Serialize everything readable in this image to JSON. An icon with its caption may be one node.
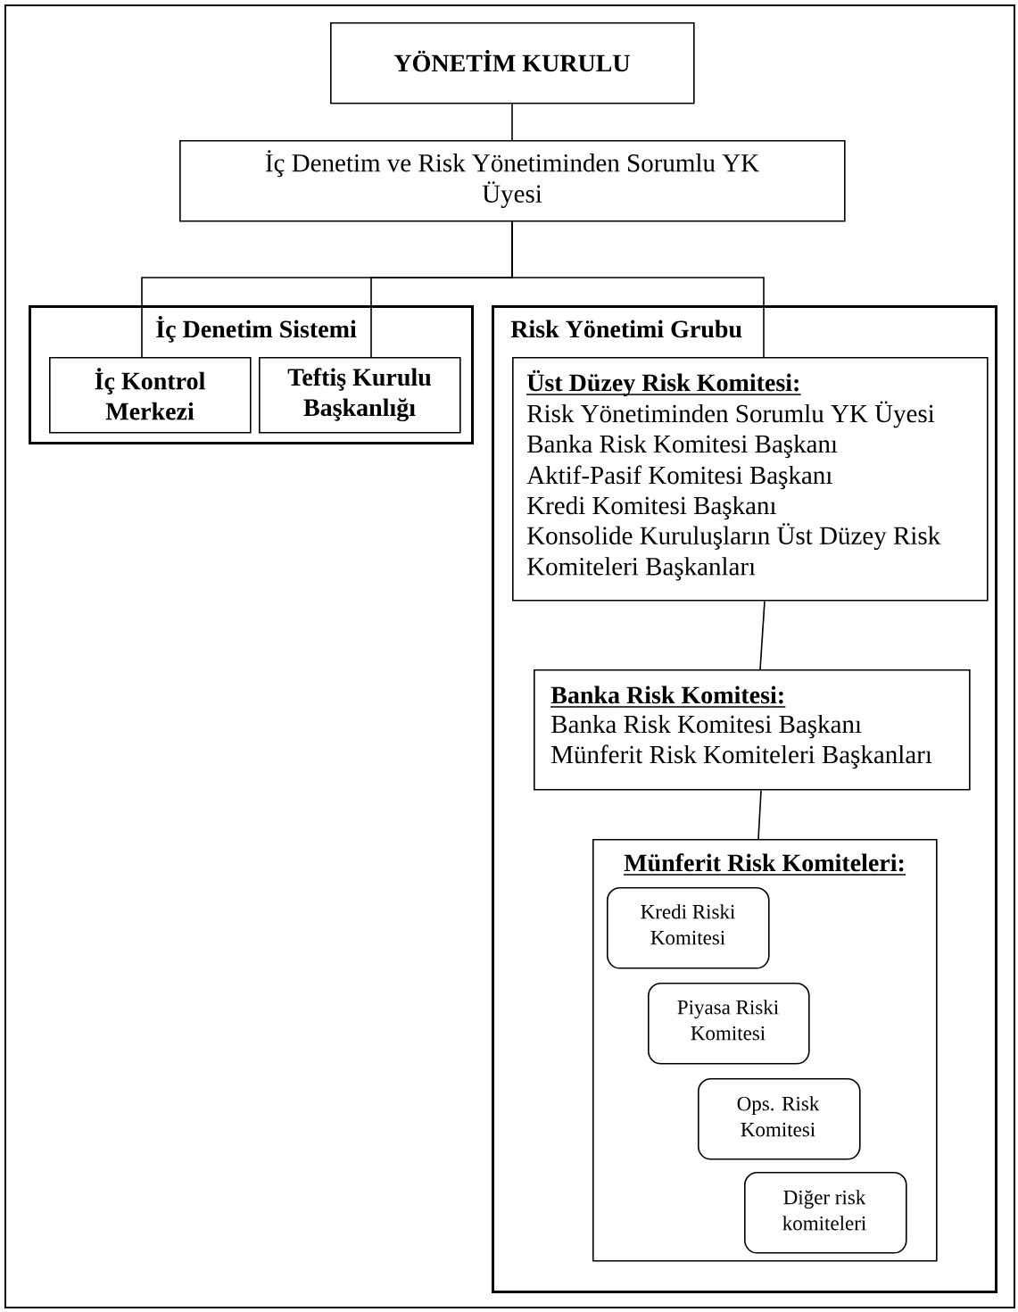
{
  "diagram": {
    "nodes": [
      {
        "text": [
          "YÖNETİM KURULU"
        ]
      },
      {
        "text": [
          "İç Denetim ve Risk Yönetiminden Sorumlu YK Üyesi"
        ]
      },
      {
        "text": [
          "İç Denetim Sistemi"
        ]
      },
      {
        "text": [
          "İç Kontrol Merkezi"
        ],
        "in": 2
      },
      {
        "text": [
          "Teftiş Kurulu Başkanlığı"
        ],
        "in": 2
      },
      {
        "text": [
          "Risk Yönetimi Grubu"
        ]
      },
      {
        "text": [
          "Üst Düzey Risk Komitesi:",
          "Risk Yönetiminden Sorumlu YK Üyesi",
          "Banka Risk Komitesi Başkanı",
          "Aktif-Pasif Komitesi Başkanı",
          "Kredi Komitesi Başkanı",
          "Konsolide Kuruluşların Üst Düzey Risk Komiteleri Başkanları"
        ],
        "in": 5
      },
      {
        "text": [
          "Banka Risk Komitesi:",
          "Banka Risk Komitesi Başkanı",
          "Münferit Risk Komiteleri Başkanları"
        ],
        "in": 5
      },
      {
        "text": [
          "Münferit Risk Komiteleri:"
        ],
        "in": 5
      },
      {
        "text": [
          "Kredi Riski Komitesi"
        ],
        "in": 8
      },
      {
        "text": [
          "Piyasa Riski Komitesi"
        ],
        "in": 8
      },
      {
        "text": [
          "Ops. Risk Komitesi"
        ],
        "in": 8
      },
      {
        "text": [
          "Diğer risk komiteleri"
        ],
        "in": 8
      }
    ],
    "edges": [
      {
        "from": 0,
        "to": 1,
        "arrow": "none"
      },
      {
        "from": 1,
        "to": 3,
        "arrow": "none"
      },
      {
        "from": 1,
        "to": 4,
        "arrow": "none"
      },
      {
        "from": 1,
        "to": 6,
        "arrow": "none"
      },
      {
        "from": 6,
        "to": 7,
        "arrow": "none"
      },
      {
        "from": 7,
        "to": 8,
        "arrow": "none"
      }
    ]
  }
}
